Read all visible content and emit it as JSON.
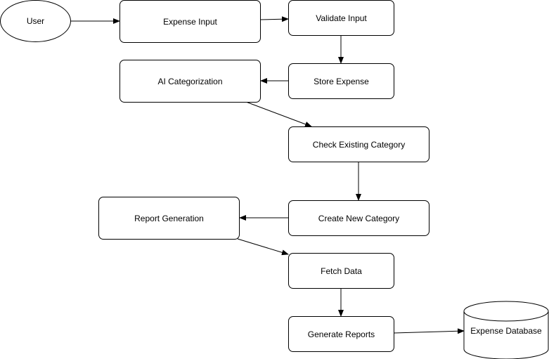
{
  "nodes": {
    "user": "User",
    "expense_input": "Expense Input",
    "validate_input": "Validate Input",
    "store_expense": "Store Expense",
    "ai_categorization": "AI Categorization",
    "check_existing_category": "Check Existing Category",
    "create_new_category": "Create New Category",
    "report_generation": "Report Generation",
    "fetch_data": "Fetch Data",
    "generate_reports": "Generate Reports",
    "expense_database": "Expense Database"
  },
  "edges": [
    {
      "from": "user",
      "to": "expense_input"
    },
    {
      "from": "expense_input",
      "to": "validate_input"
    },
    {
      "from": "validate_input",
      "to": "store_expense"
    },
    {
      "from": "store_expense",
      "to": "ai_categorization"
    },
    {
      "from": "ai_categorization",
      "to": "check_existing_category"
    },
    {
      "from": "check_existing_category",
      "to": "create_new_category"
    },
    {
      "from": "create_new_category",
      "to": "report_generation"
    },
    {
      "from": "report_generation",
      "to": "fetch_data"
    },
    {
      "from": "fetch_data",
      "to": "generate_reports"
    },
    {
      "from": "generate_reports",
      "to": "expense_database"
    }
  ]
}
